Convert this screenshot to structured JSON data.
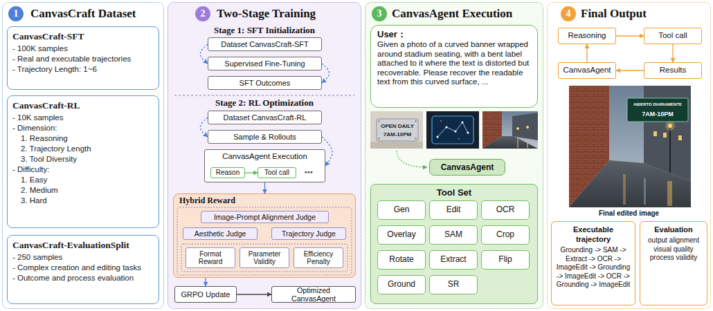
{
  "diagram": {
    "nodes": [
      {
        "text": [
          "CanvasCraft Dataset"
        ]
      },
      {
        "text": [
          "1"
        ],
        "in": 0
      },
      {
        "text": [
          "CanvasCraft-SFT",
          "- 100K samples",
          "- Real and executable trajectories",
          "- Trajectory Length: 1~6"
        ],
        "in": 0
      },
      {
        "text": [
          "CanvasCraft-RL",
          "- 10K samples",
          "- Dimension:",
          "1. Reasoning",
          "2. Trajectory Length",
          "3. Tool Diversity",
          "- Difficulty:",
          "1. Easy",
          "2. Medium",
          "3. Hard"
        ],
        "in": 0
      },
      {
        "text": [
          "CanvasCraft-EvaluationSplit",
          "- 250 samples",
          "- Complex creation and editing tasks",
          "- Outcome and process evaluation"
        ],
        "in": 0
      },
      {
        "text": [
          "Two-Stage Training"
        ]
      },
      {
        "text": [
          "2"
        ],
        "in": 5
      },
      {
        "text": [
          "Dataset CanvasCraft-SFT"
        ],
        "in": 5
      },
      {
        "text": [
          "Supervised Fine-Tuning"
        ],
        "in": 5
      },
      {
        "text": [
          "SFT Outcomes"
        ],
        "in": 5
      },
      {
        "text": [
          "Dataset CanvasCraft-RL"
        ],
        "in": 5
      },
      {
        "text": [
          "Sample & Rollouts"
        ],
        "in": 5
      },
      {
        "text": [
          "CanvasAgent Execution"
        ],
        "in": 5
      },
      {
        "text": [
          "Reason"
        ],
        "in": 12
      },
      {
        "text": [
          "Tool call"
        ],
        "in": 12
      },
      {
        "text": [
          "Hybrid Reward"
        ],
        "in": 5
      },
      {
        "text": [
          "Image-Prompt Alignment Judge"
        ],
        "in": 15
      },
      {
        "text": [
          "Aesthetic Judge"
        ],
        "in": 15
      },
      {
        "text": [
          "Trajectory Judge"
        ],
        "in": 15
      },
      {
        "text": [
          "Format Reward"
        ],
        "in": 15
      },
      {
        "text": [
          "Parameter Validity"
        ],
        "in": 15
      },
      {
        "text": [
          "Efficiency Penalty"
        ],
        "in": 15
      },
      {
        "text": [
          "GRPO Update"
        ],
        "in": 5
      },
      {
        "text": [
          "Optimized CanvasAgent"
        ],
        "in": 5
      },
      {
        "text": [
          "CanvasAgent Execution"
        ]
      },
      {
        "text": [
          "3"
        ],
        "in": 24
      },
      {
        "text": [
          "User：",
          "Given a photo of a curved banner wrapped around stadium seating, with a bent label attached to it where the text is distorted but recoverable. Please recover the readable text from this curved surface, ..."
        ],
        "in": 24
      },
      {
        "text": [
          "CanvasAgent"
        ],
        "in": 24
      },
      {
        "text": [
          "Tool Set"
        ],
        "in": 24
      },
      {
        "text": [
          "Gen"
        ],
        "in": 28
      },
      {
        "text": [
          "Edit"
        ],
        "in": 28
      },
      {
        "text": [
          "OCR"
        ],
        "in": 28
      },
      {
        "text": [
          "Overlay"
        ],
        "in": 28
      },
      {
        "text": [
          "SAM"
        ],
        "in": 28
      },
      {
        "text": [
          "Crop"
        ],
        "in": 28
      },
      {
        "text": [
          "Rotate"
        ],
        "in": 28
      },
      {
        "text": [
          "Extract"
        ],
        "in": 28
      },
      {
        "text": [
          "Flip"
        ],
        "in": 28
      },
      {
        "text": [
          "Ground"
        ],
        "in": 28
      },
      {
        "text": [
          "SR"
        ],
        "in": 28
      },
      {
        "text": [
          "Final Output"
        ]
      },
      {
        "text": [
          "4"
        ],
        "in": 40
      },
      {
        "text": [
          "Reasoning"
        ],
        "in": 40
      },
      {
        "text": [
          "Tool call"
        ],
        "in": 40
      },
      {
        "text": [
          "CanvasAgent"
        ],
        "in": 40
      },
      {
        "text": [
          "Results"
        ],
        "in": 40
      },
      {
        "text": [
          "Executable trajectory",
          "Grounding -> SAM -> Extract -> OCR -> ImageEdit -> Grounding -> ImageEdit -> OCR -> Grounding -> ImageEdit"
        ],
        "in": 40
      },
      {
        "text": [
          "Evaluation",
          "output alignment",
          "visual quality",
          "process validity"
        ],
        "in": 40
      }
    ],
    "edges": [
      {
        "from": 7,
        "to": 8,
        "arrow": "to"
      },
      {
        "from": 8,
        "to": 9,
        "arrow": "to"
      },
      {
        "from": 10,
        "to": 11,
        "arrow": "to"
      },
      {
        "from": 11,
        "to": 12,
        "arrow": "to"
      },
      {
        "from": 13,
        "to": 14,
        "arrow": "to"
      },
      {
        "from": 12,
        "to": 15,
        "arrow": "to"
      },
      {
        "from": 15,
        "to": 22,
        "arrow": "to"
      },
      {
        "from": 22,
        "to": 23,
        "arrow": "to"
      },
      {
        "from": 42,
        "to": 43,
        "arrow": "to"
      },
      {
        "from": 43,
        "to": 45,
        "arrow": "to"
      },
      {
        "from": 45,
        "to": 44,
        "arrow": "to"
      },
      {
        "from": 44,
        "to": 42,
        "arrow": "to"
      }
    ],
    "labels": [
      "Stage 1: SFT Initialization",
      "Stage 2: RL Optimization",
      "⋯",
      "OPEN DAILY",
      "7AM-10PM",
      "ABIERTO DIARIAMENTE",
      "7AM-10PM",
      "Final edited image"
    ]
  }
}
